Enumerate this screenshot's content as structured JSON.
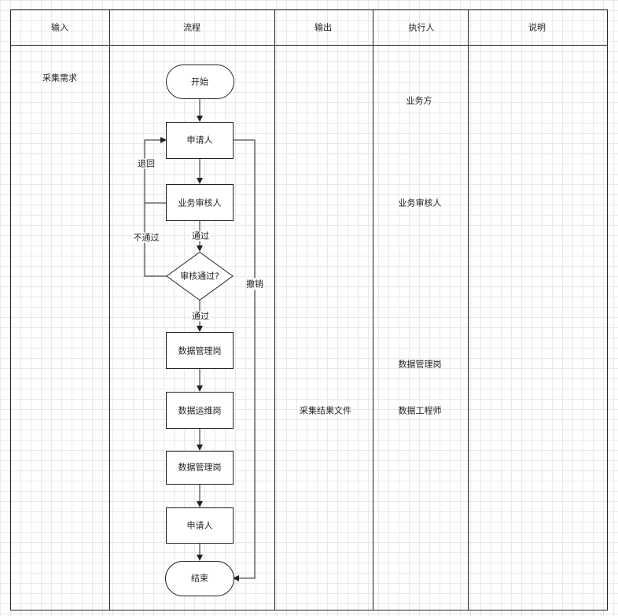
{
  "headers": {
    "input": "输入",
    "process": "流程",
    "output": "输出",
    "executor": "执行人",
    "notes": "说明"
  },
  "input_col": {
    "text": "采集需求"
  },
  "output_col": {
    "text": "采集结果文件"
  },
  "executor_col": {
    "business": "业务方",
    "reviewer": "业务审核人",
    "data_manager": "数据管理岗",
    "data_engineer": "数据工程师"
  },
  "flow": {
    "start": "开始",
    "applicant": "申请人",
    "business_reviewer": "业务审核人",
    "decision": "审核通过?",
    "data_mgmt_1": "数据管理岗",
    "data_ops": "数据运维岗",
    "data_mgmt_2": "数据管理岗",
    "applicant_2": "申请人",
    "end": "结束"
  },
  "edge_labels": {
    "return": "退回",
    "not_pass": "不通过",
    "pass_1": "通过",
    "pass_2": "通过",
    "cancel": "撤销"
  },
  "colors": {
    "line": "#222222",
    "fill": "#ffffff",
    "grid": "#e9e9e9"
  }
}
